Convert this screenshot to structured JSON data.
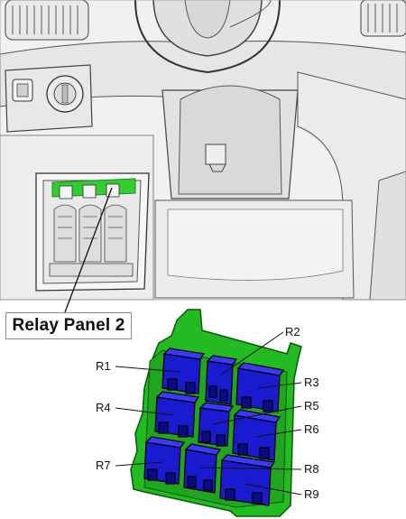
{
  "callout": {
    "label": "Relay Panel 2"
  },
  "relays": [
    "R1",
    "R2",
    "R3",
    "R4",
    "R5",
    "R6",
    "R7",
    "R8",
    "R9"
  ],
  "colors": {
    "housing": "#22bb22",
    "relay": "#1a1ad0",
    "relay_dark": "#0a0a8a",
    "outline": "#000000",
    "highlight": "#33cc33"
  }
}
